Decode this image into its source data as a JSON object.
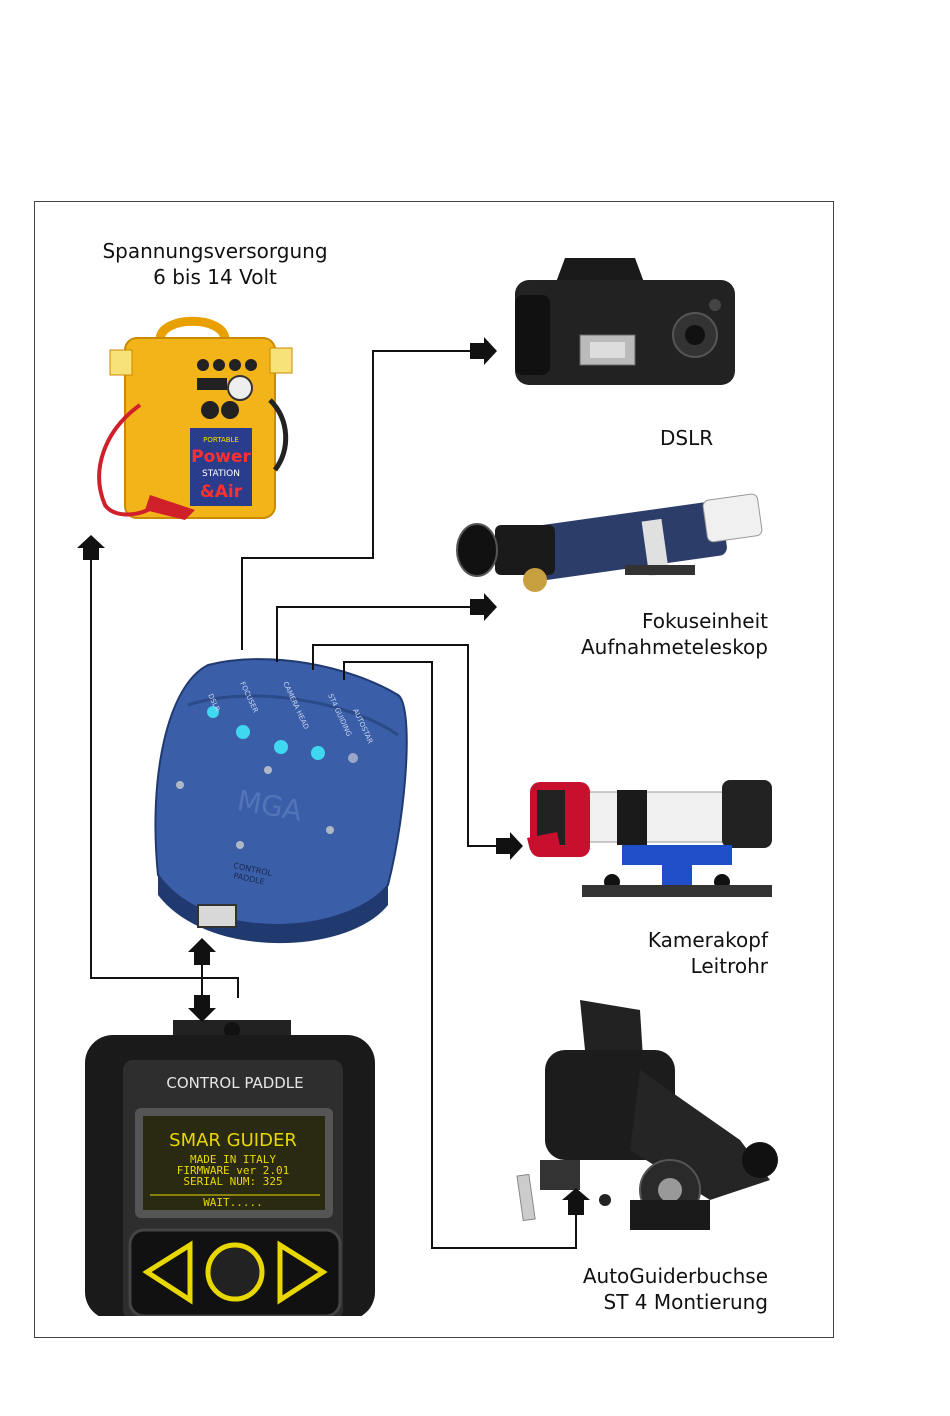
{
  "labels": {
    "power_line1": "Spannungsversorgung",
    "power_line2": "6 bis 14 Volt",
    "dslr": "DSLR",
    "focus_line1": "Fokuseinheit",
    "focus_line2": "Aufnahmeteleskop",
    "camera_line1": "Kamerakopf",
    "camera_line2": "Leitrohr",
    "mount_line1": "AutoGuiderbuchse",
    "mount_line2": "ST 4 Montierung"
  },
  "power_station": {
    "brand_line1": "PORTABLE",
    "brand_line2": "Power",
    "brand_line3": "STATION",
    "brand_line4": "&Air"
  },
  "mga": {
    "name": "MGA",
    "ports": [
      "DSLR",
      "FOCUSER",
      "CAMERA HEAD",
      "ST4 GUIDING",
      "AUTOSTAR"
    ],
    "bottom_label_line1": "CONTROL",
    "bottom_label_line2": "PADDLE"
  },
  "paddle": {
    "header": "CONTROL PADDLE",
    "logo": "SMAR GUIDER",
    "line1": "MADE IN ITALY",
    "line2": "FIRMWARE ver 2.01",
    "line3": "SERIAL NUM:   325",
    "line4": "WAIT....."
  },
  "colors": {
    "wire": "#111111",
    "power_yellow": "#f2b418",
    "mga_blue": "#3a5ea8",
    "led_cyan": "#3fd8f0",
    "lcd_bg": "#2a2a12",
    "lcd_text": "#e8d800",
    "tube_blue": "#2d3d6a",
    "camera_red": "#c8102e"
  }
}
